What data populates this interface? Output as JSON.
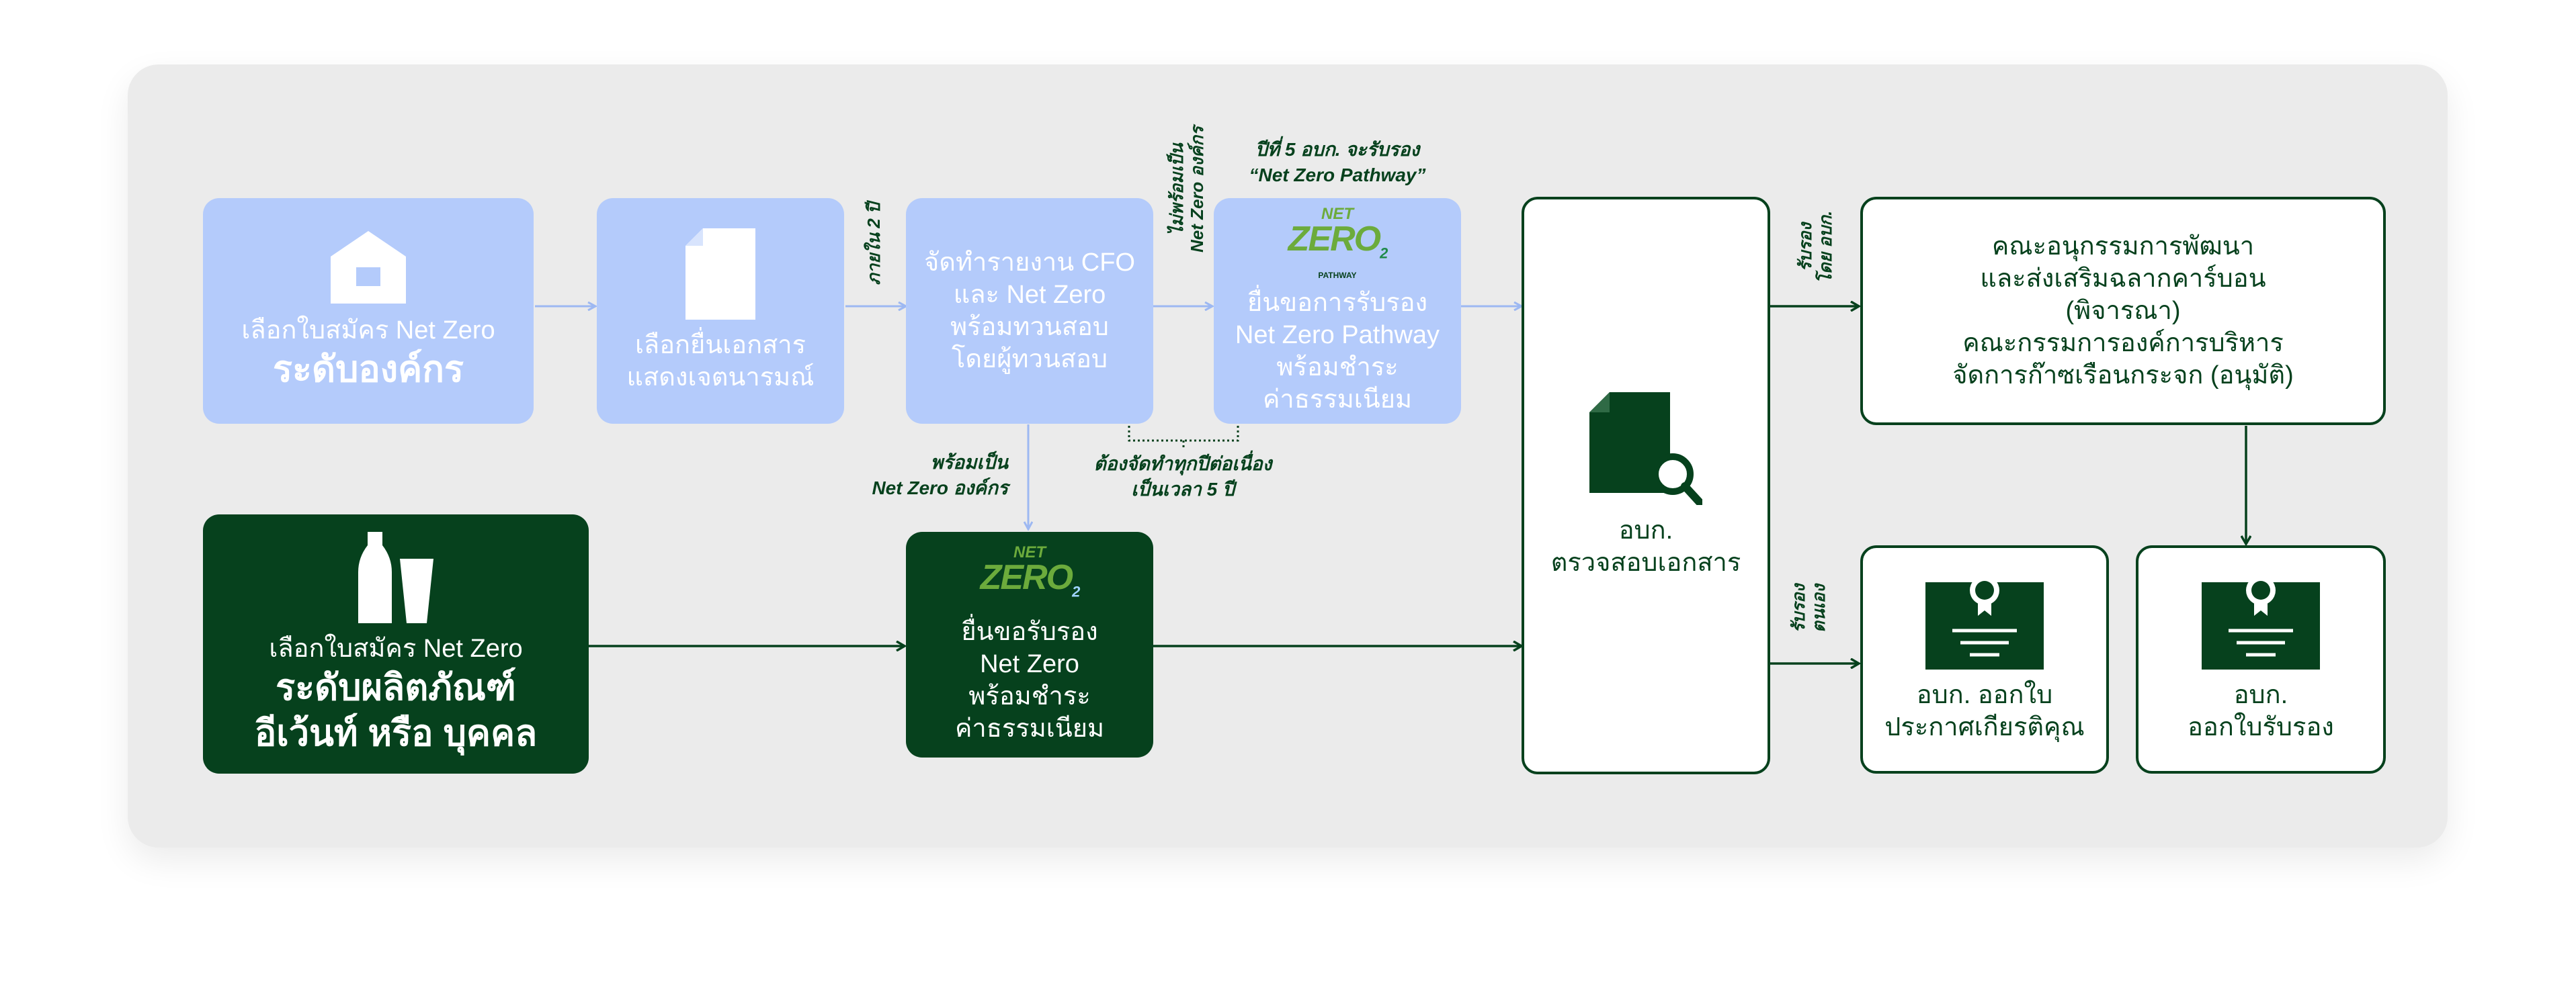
{
  "boxes": {
    "org_apply": {
      "line1": "เลือกใบสมัคร Net Zero",
      "line2": "ระดับองค์กร",
      "icon": "house-icon"
    },
    "declaration": {
      "line1": "เลือกยื่นเอกสาร",
      "line2": "แสดงเจตนารมณ์",
      "icon": "document-icon"
    },
    "cfo_report": {
      "lines": [
        "จัดทำรายงาน CFO",
        "และ Net Zero",
        "พร้อมทวนสอบ",
        "โดยผู้ทวนสอบ"
      ]
    },
    "pathway_submit": {
      "lines": [
        "ยื่นขอการรับรอง",
        "Net Zero Pathway",
        "พร้อมชำระ",
        "ค่าธรรมเนียม"
      ],
      "logo": {
        "top": "NET",
        "main": "ZERO",
        "co2": "2",
        "sub": "PATHWAY"
      }
    },
    "product_apply": {
      "line1": "เลือกใบสมัคร Net Zero",
      "line2": "ระดับผลิตภัณฑ์",
      "line3": "อีเว้นท์ หรือ บุคคล",
      "icon": "bottle-glass-icon"
    },
    "netzero_submit": {
      "lines": [
        "ยื่นขอรับรอง",
        "Net Zero",
        "พร้อมชำระ",
        "ค่าธรรมเนียม"
      ],
      "logo": {
        "top": "NET",
        "main": "ZERO",
        "co2": "2"
      }
    },
    "review": {
      "lines": [
        "อบก.",
        "ตรวจสอบเอกสาร"
      ],
      "icon": "document-search-icon"
    },
    "committee": {
      "lines": [
        "คณะอนุกรรมการพัฒนา",
        "และส่งเสริมฉลากคาร์บอน",
        "(พิจารณา)",
        "คณะกรรมการองค์การบริหาร",
        "จัดการก๊าซเรือนกระจก (อนุมัติ)"
      ]
    },
    "honor_cert": {
      "lines": [
        "อบก. ออกใบ",
        "ประกาศเกียรติคุณ"
      ],
      "icon": "certificate-icon"
    },
    "certificate": {
      "lines": [
        "อบก.",
        "ออกใบรับรอง"
      ],
      "icon": "certificate-icon"
    }
  },
  "notes": {
    "within_2_years": "ภายใน 2 ปี",
    "not_ready": [
      "ไม่พร้อมเป็น",
      "Net Zero องค์กร"
    ],
    "year5": [
      "ปีที่ 5 อบก. จะรับรอง",
      "“Net Zero Pathway”"
    ],
    "ready": [
      "พร้อมเป็น",
      "Net Zero องค์กร"
    ],
    "every_year": [
      "ต้องจัดทำทุกปีต่อเนื่อง",
      "เป็นเวลา 5 ปี"
    ],
    "certified_by": [
      "รับรอง",
      "โดย อบก."
    ],
    "self_certified": [
      "รับรอง",
      "ตนเอง"
    ]
  },
  "colors": {
    "dark_green": "#06411d",
    "light_blue": "#b4cbfb",
    "arrow_blue": "#9db8f2",
    "panel": "#ebebeb",
    "logo_green": "#6cab3c"
  }
}
